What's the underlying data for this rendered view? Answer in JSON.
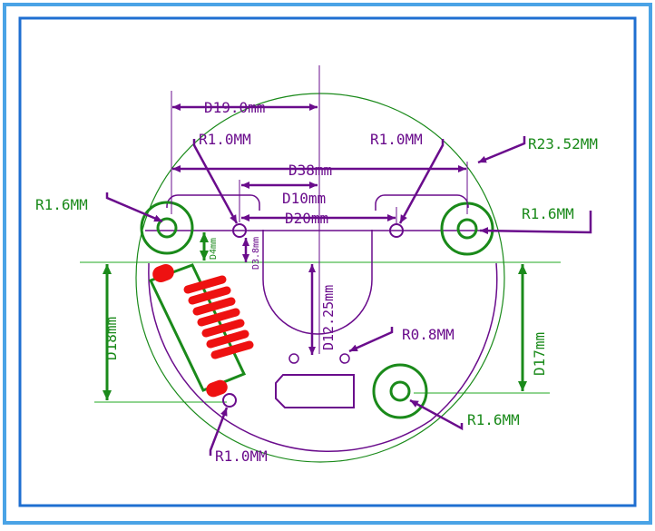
{
  "colors": {
    "frame_outer": "#4aa3e6",
    "frame_inner": "#1f6fd1",
    "board": "#6a0c8c",
    "dimension": "#6a0c8c",
    "pad_ring": "#1a8a1a",
    "guide": "#22aa22",
    "solder": "#ee1111"
  },
  "labels": {
    "d19": "D19.0mm",
    "d38": "D38mm",
    "d10": "D10mm",
    "d20": "D20mm",
    "r1_left": "R1.0MM",
    "r1_right": "R1.0MM",
    "r1_bottom": "R1.0MM",
    "r23": "R23.52MM",
    "r16_left": "R1.6MM",
    "r16_right": "R1.6MM",
    "r16_bottom": "R1.6MM",
    "r08": "R0.8MM",
    "d12": "D12.25mm",
    "d18": "D18mm",
    "d17": "D17mm",
    "d4": "D4mm",
    "d38v": "D3.8mm"
  }
}
